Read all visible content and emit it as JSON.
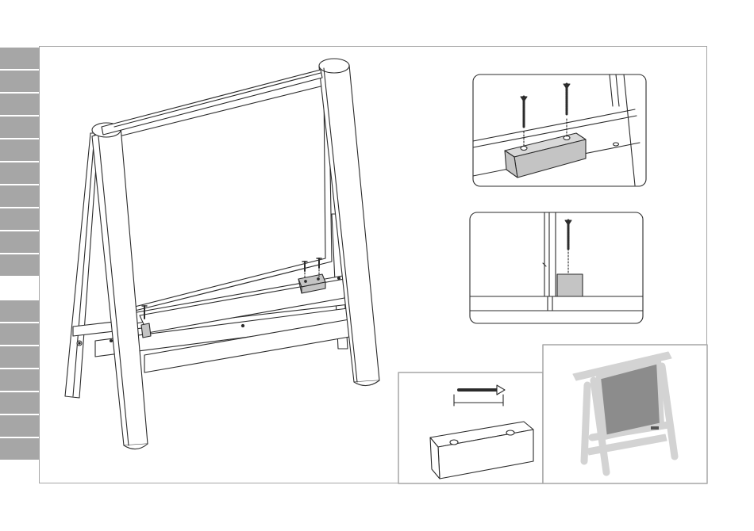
{
  "manual": {
    "step_count": 18,
    "active_step_index": 10
  },
  "colors": {
    "tab": "#a6a6a6",
    "tab_active": "#ffffff",
    "frame": "#a6a6a6",
    "line": "#2b2b2b",
    "block_fill": "#c4c4c4",
    "preview_frame": "#d3d3d3",
    "preview_board": "#8c8c8c"
  },
  "illustrations": {
    "main": "easel-assembly-view",
    "detail_1": "block-screw-attachment-detail",
    "detail_2": "block-side-screw-detail",
    "parts": "screw-and-block-parts",
    "preview": "finished-easel-preview"
  }
}
